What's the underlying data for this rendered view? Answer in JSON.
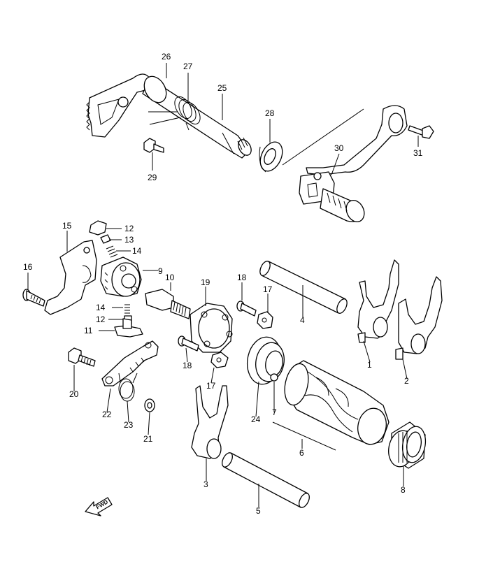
{
  "diagram": {
    "fwd_label": "FWD",
    "callouts": [
      {
        "id": "c1",
        "label": "1"
      },
      {
        "id": "c2",
        "label": "2"
      },
      {
        "id": "c3",
        "label": "3"
      },
      {
        "id": "c4",
        "label": "4"
      },
      {
        "id": "c5",
        "label": "5"
      },
      {
        "id": "c6",
        "label": "6"
      },
      {
        "id": "c7",
        "label": "7"
      },
      {
        "id": "c8",
        "label": "8"
      },
      {
        "id": "c9",
        "label": "9"
      },
      {
        "id": "c10",
        "label": "10"
      },
      {
        "id": "c11",
        "label": "11"
      },
      {
        "id": "c12a",
        "label": "12"
      },
      {
        "id": "c12b",
        "label": "12"
      },
      {
        "id": "c13",
        "label": "13"
      },
      {
        "id": "c14a",
        "label": "14"
      },
      {
        "id": "c14b",
        "label": "14"
      },
      {
        "id": "c15",
        "label": "15"
      },
      {
        "id": "c16",
        "label": "16"
      },
      {
        "id": "c17a",
        "label": "17"
      },
      {
        "id": "c17b",
        "label": "17"
      },
      {
        "id": "c18a",
        "label": "18"
      },
      {
        "id": "c18b",
        "label": "18"
      },
      {
        "id": "c19",
        "label": "19"
      },
      {
        "id": "c20",
        "label": "20"
      },
      {
        "id": "c21",
        "label": "21"
      },
      {
        "id": "c22",
        "label": "22"
      },
      {
        "id": "c23",
        "label": "23"
      },
      {
        "id": "c24",
        "label": "24"
      },
      {
        "id": "c25",
        "label": "25"
      },
      {
        "id": "c26",
        "label": "26"
      },
      {
        "id": "c27",
        "label": "27"
      },
      {
        "id": "c28",
        "label": "28"
      },
      {
        "id": "c29",
        "label": "29"
      },
      {
        "id": "c30",
        "label": "30"
      },
      {
        "id": "c31",
        "label": "31"
      }
    ]
  }
}
